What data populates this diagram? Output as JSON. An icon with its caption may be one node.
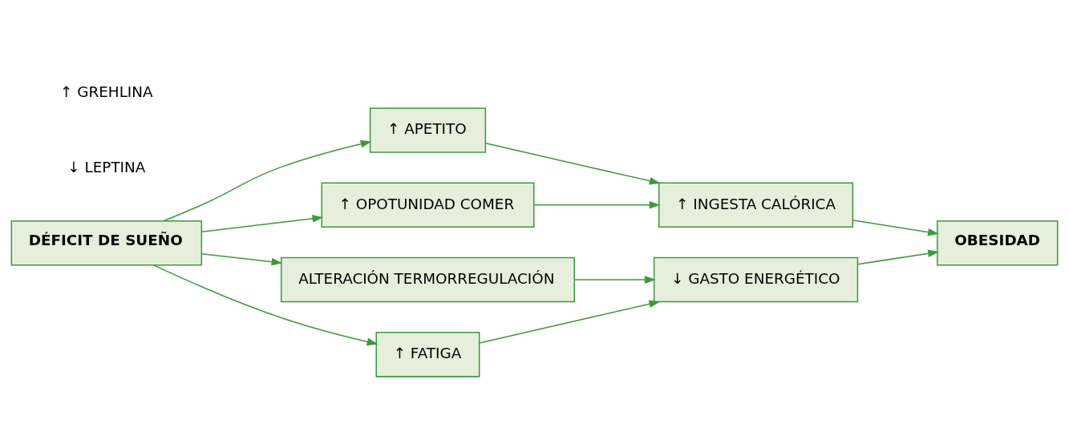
{
  "diagram": {
    "nodes": [
      {
        "text": [
          "DÉFICIT DE SUEÑO"
        ]
      },
      {
        "text": [
          "↑ APETITO"
        ]
      },
      {
        "text": [
          "↑ OPOTUNIDAD COMER"
        ]
      },
      {
        "text": [
          "ALTERACIÓN TERMORREGULACIÓN"
        ]
      },
      {
        "text": [
          "↑ FATIGA"
        ]
      },
      {
        "text": [
          "↑ INGESTA CALÓRICA"
        ]
      },
      {
        "text": [
          "↓ GASTO ENERGÉTICO"
        ]
      },
      {
        "text": [
          "OBESIDAD"
        ]
      }
    ],
    "edges": [
      {
        "from": 0,
        "to": 1,
        "arrow": "to"
      },
      {
        "from": 0,
        "to": 2,
        "arrow": "to"
      },
      {
        "from": 0,
        "to": 3,
        "arrow": "to"
      },
      {
        "from": 0,
        "to": 4,
        "arrow": "to"
      },
      {
        "from": 1,
        "to": 5,
        "arrow": "to"
      },
      {
        "from": 2,
        "to": 5,
        "arrow": "to"
      },
      {
        "from": 3,
        "to": 6,
        "arrow": "to"
      },
      {
        "from": 4,
        "to": 6,
        "arrow": "to"
      },
      {
        "from": 5,
        "to": 7,
        "arrow": "to"
      },
      {
        "from": 6,
        "to": 7,
        "arrow": "to"
      }
    ],
    "labels": [
      "↓ LEPTINA",
      "↑ GREHLINA"
    ]
  }
}
